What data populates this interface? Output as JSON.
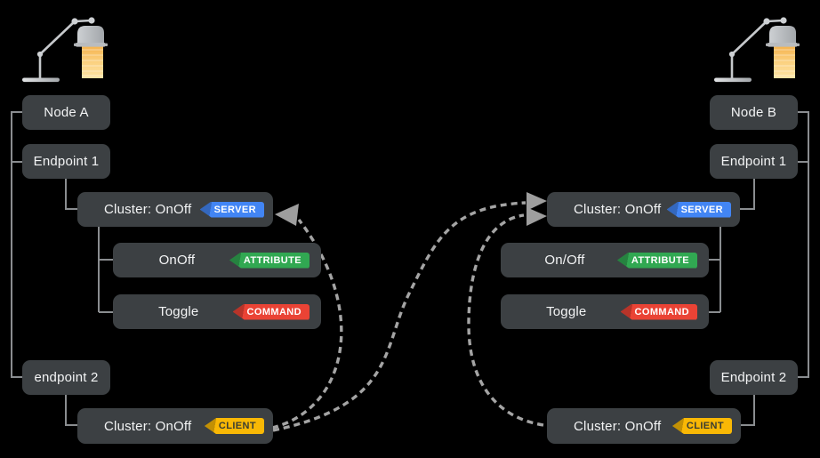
{
  "colors": {
    "background": "#000000",
    "box": "#3c4043",
    "box_text": "#f3f4f5",
    "server_badge": "#4285f4",
    "attribute_badge": "#31a852",
    "command_badge": "#ea4335",
    "client_badge": "#f9b805",
    "client_badge_text": "#3a3d32",
    "connector_line": "#8a8d90",
    "arrow_dashed": "#a4a4a4"
  },
  "left": {
    "device_icon": "desk-lamp-icon",
    "node": "Node A",
    "endpoint1": "Endpoint 1",
    "cluster_server": "Cluster: OnOff",
    "server_badge": "SERVER",
    "attribute": "OnOff",
    "attribute_badge": "ATTRIBUTE",
    "command": "Toggle",
    "command_badge": "COMMAND",
    "endpoint2": "endpoint 2",
    "cluster_client": "Cluster: OnOff",
    "client_badge": "CLIENT"
  },
  "right": {
    "device_icon": "desk-lamp-icon",
    "node": "Node B",
    "endpoint1": "Endpoint 1",
    "cluster_server": "Cluster: OnOff",
    "server_badge": "SERVER",
    "attribute": "On/Off",
    "attribute_badge": "ATTRIBUTE",
    "command": "Toggle",
    "command_badge": "COMMAND",
    "endpoint2": "Endpoint 2",
    "cluster_client": "Cluster: OnOff",
    "client_badge": "CLIENT"
  }
}
